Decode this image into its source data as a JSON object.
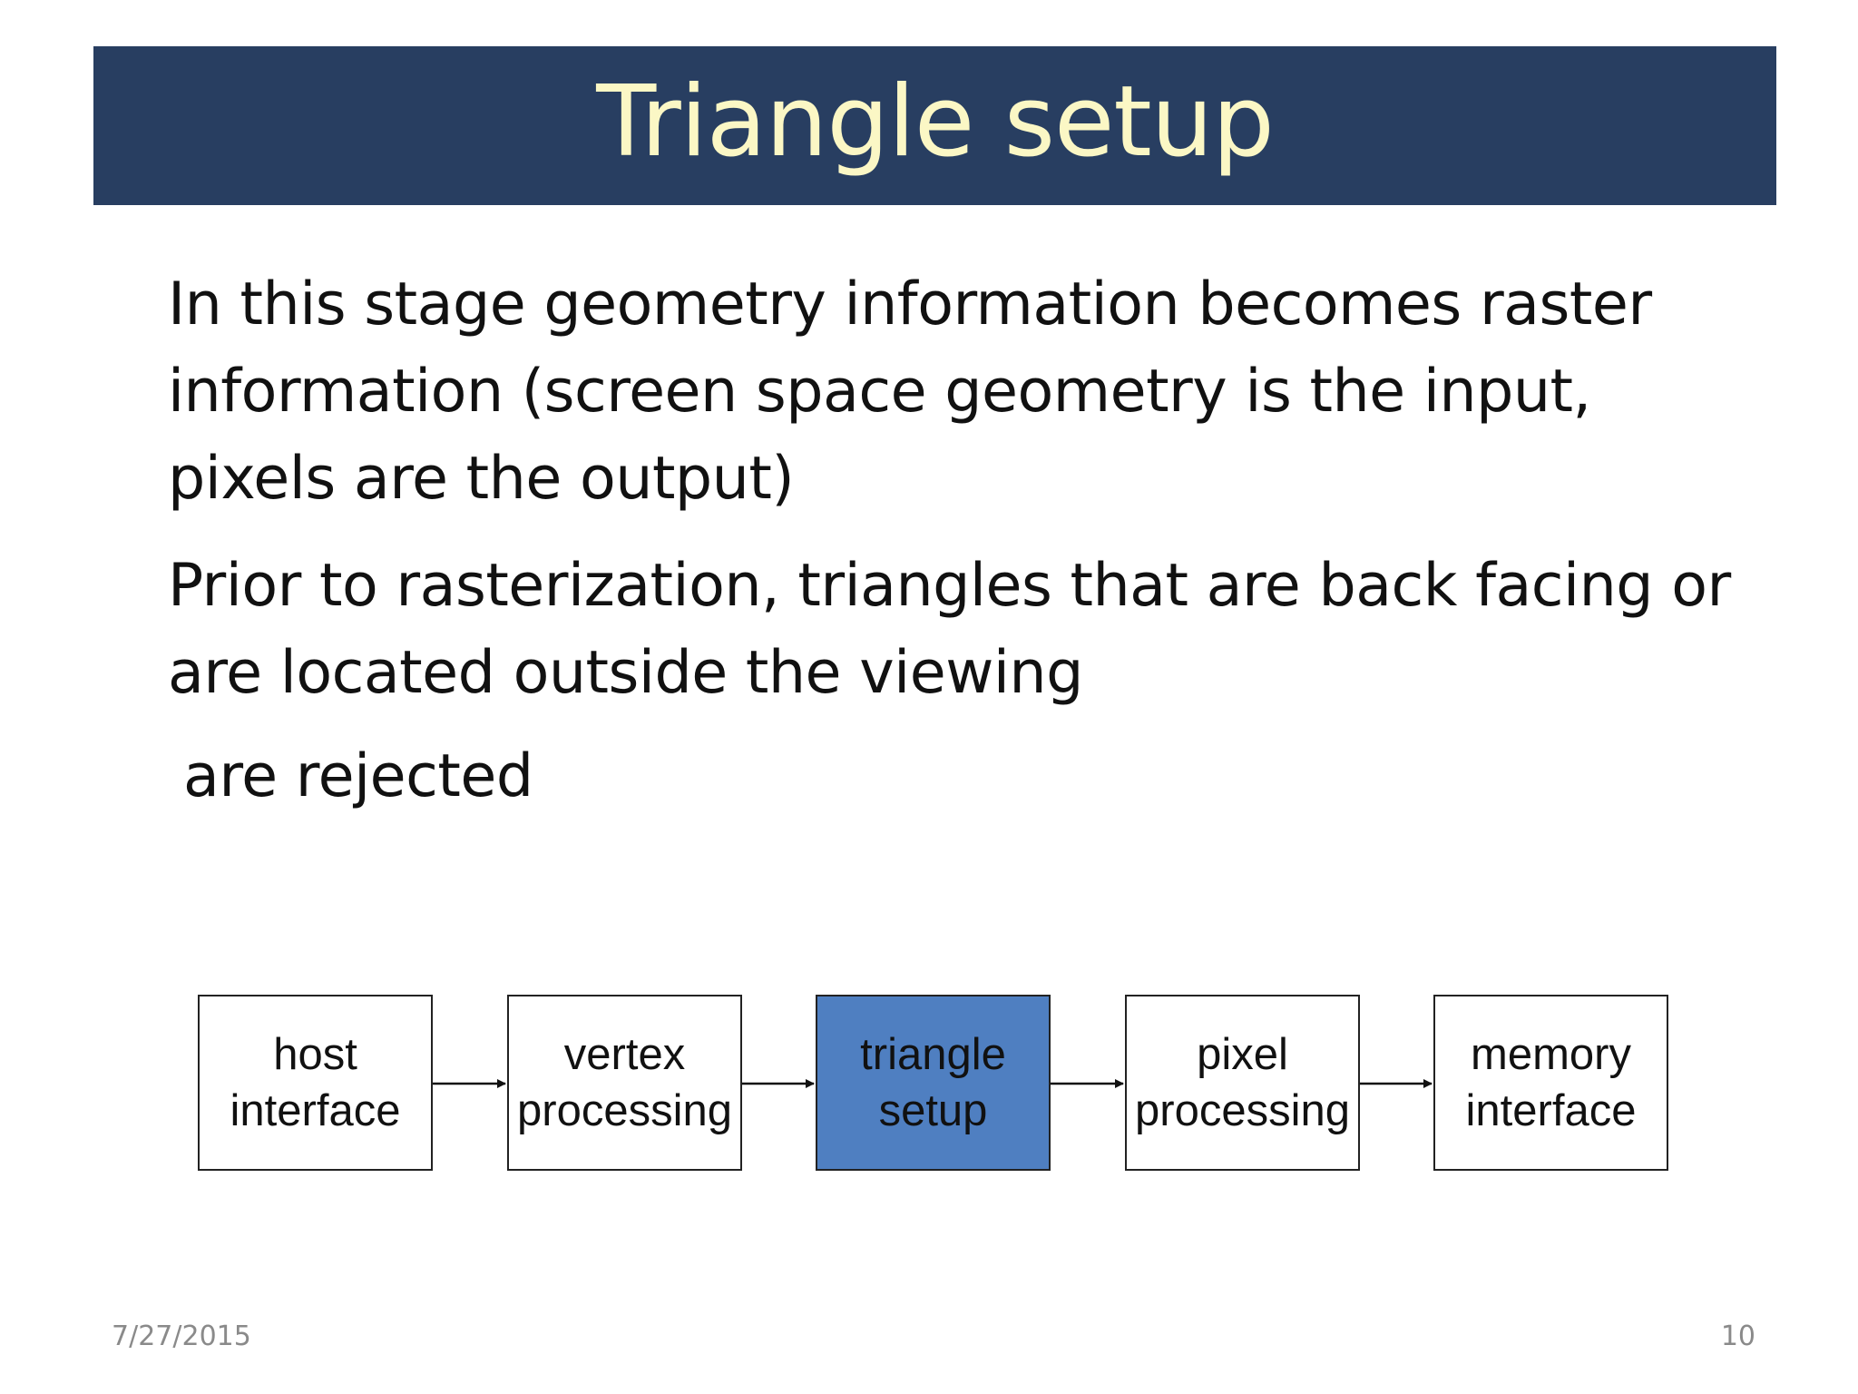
{
  "slide": {
    "title": "Triangle setup",
    "paragraphs": [
      {
        "lines": [
          "In this stage geometry information becomes raster",
          "information (screen space geometry is the input,",
          "pixels are the output)"
        ]
      },
      {
        "lines": [
          "Prior to rasterization, triangles that are back facing or",
          "are located outside the viewing"
        ]
      },
      {
        "lines": [
          "are rejected"
        ]
      }
    ],
    "pipeline": [
      {
        "line1": "host",
        "line2": "interface"
      },
      {
        "line1": "vertex",
        "line2": "processing"
      },
      {
        "line1": "triangle",
        "line2": "setup"
      },
      {
        "line1": "pixel",
        "line2": "processing"
      },
      {
        "line1": "memory",
        "line2": "interface"
      }
    ],
    "highlighted_stage_color": "#4f7fc1",
    "title_bar_color": "#283e61",
    "title_text_color": "#fbf7c5",
    "footer": {
      "date": "7/27/2015",
      "page": "10"
    }
  }
}
